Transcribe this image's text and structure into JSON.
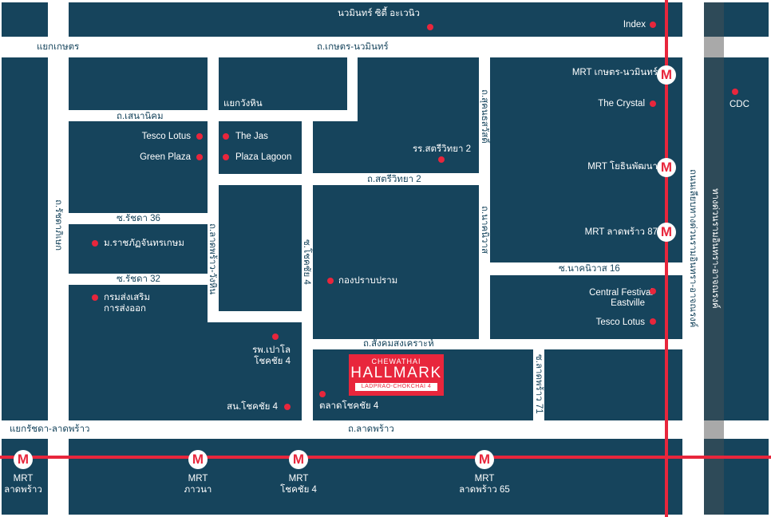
{
  "colors": {
    "block": "#16445c",
    "road": "#ffffff",
    "mrt": "#e8263c"
  },
  "roads": {
    "kaset_junction": "แยกเกษตร",
    "kaset_nawamin": "ถ.เกษตร-นวมินทร์",
    "senanikhom": "ถ.เสนานิคม",
    "wanghin_junction": "แยกวังหิน",
    "ratchada36": "ซ.รัชดา 36",
    "ratchada32": "ซ.รัชดา 32",
    "ratchadaphisek": "ถ.รัชดาภิเษก",
    "ladprao_wanghin": "ถ.ลาดพร้าว-วังหิน",
    "chokchai4": "ซ.โชคชัย 4",
    "satriwittaya2": "ถ.สตรีวิทยา 2",
    "sukhonthasawat": "ถ.สุคนธสวัสดิ์",
    "nakniwat": "ถ.นาคนิวาส",
    "nakniwat16": "ซ.นาคนิวาส 16",
    "sangkhomsongkhro": "ถ.สังคมสงเคราะห์",
    "ladprao71": "ซ.ลาดพร้าว 71",
    "ladprao": "ถ.ลาดพร้าว",
    "ratchada_ladprao_junction": "แยกรัชดา-ลาดพร้าว",
    "service_road": "ถนนเลียบทางด่วนรามอินทรา-อาจณรงค์",
    "expressway": "ทางด่วนรามอินทรา-อาจณรงค์"
  },
  "places": {
    "nawamin_city": "นวมินทร์ ซิตี้ อะเวนิว",
    "index": "Index",
    "tesco1": "Tesco Lotus",
    "green_plaza": "Green Plaza",
    "the_jas": "The Jas",
    "plaza_lagoon": "Plaza Lagoon",
    "satri_school": "รร.สตรีวิทยา 2",
    "the_crystal": "The Crystal",
    "cdc": "CDC",
    "rajabhat": "ม.ราชภัฏจันทรเกษม",
    "dept1": "กรมส่งเสริม",
    "dept2": "การส่งออก",
    "police": "กองปราบปราม",
    "central1": "Central Festival",
    "central2": "Eastville",
    "tesco2": "Tesco Lotus",
    "hosp1": "รพ.เปาโล",
    "hosp2": "โชคชัย 4",
    "police_station": "สน.โชคชัย 4",
    "market": "ตลาดโชคชัย 4"
  },
  "mrt": {
    "icon": "M",
    "kaset_nawamin": "MRT เกษตร-นวมินทร์",
    "yothin": "MRT โยธินพัฒนา",
    "ladprao87": "MRT ลาดพร้าว 87",
    "label": "MRT",
    "ladprao": "ลาดพร้าว",
    "phawana": "ภาวนา",
    "chokchai4": "โชคชัย 4",
    "ladprao65": "ลาดพร้าว 65"
  },
  "logo": {
    "top": "CHEWATHAI",
    "main": "HALLMARK",
    "sub": "LADPRAO-CHOKCHAI 4"
  }
}
